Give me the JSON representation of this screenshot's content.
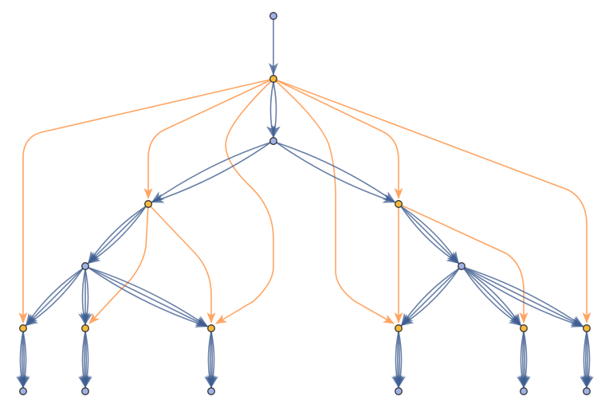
{
  "graph": {
    "colors": {
      "blue_edge": "#4f6a98",
      "blue_arrow": "#3d5d92",
      "orange_edge": "#ffa563",
      "node_blue": "#9fb2e6",
      "node_orange": "#f6b93b",
      "node_stroke": "#333333"
    },
    "nodes": [
      {
        "id": "A",
        "kind": "blue"
      },
      {
        "id": "B",
        "kind": "orange"
      },
      {
        "id": "C",
        "kind": "blue"
      },
      {
        "id": "D",
        "kind": "orange"
      },
      {
        "id": "E",
        "kind": "orange"
      },
      {
        "id": "F",
        "kind": "blue"
      },
      {
        "id": "G",
        "kind": "blue"
      },
      {
        "id": "H1",
        "kind": "orange"
      },
      {
        "id": "H2",
        "kind": "orange"
      },
      {
        "id": "H3",
        "kind": "orange"
      },
      {
        "id": "H4",
        "kind": "orange"
      },
      {
        "id": "H5",
        "kind": "orange"
      },
      {
        "id": "H6",
        "kind": "orange"
      },
      {
        "id": "L1",
        "kind": "blue"
      },
      {
        "id": "L2",
        "kind": "blue"
      },
      {
        "id": "L3",
        "kind": "blue"
      },
      {
        "id": "L4",
        "kind": "blue"
      },
      {
        "id": "L5",
        "kind": "blue"
      },
      {
        "id": "L6",
        "kind": "blue"
      }
    ],
    "blue_edges": [
      {
        "from": "A",
        "to": "B",
        "count": 1
      },
      {
        "from": "B",
        "to": "C",
        "count": 2
      },
      {
        "from": "C",
        "to": "D",
        "count": 2
      },
      {
        "from": "C",
        "to": "E",
        "count": 2
      },
      {
        "from": "D",
        "to": "F",
        "count": 3
      },
      {
        "from": "E",
        "to": "G",
        "count": 3
      },
      {
        "from": "F",
        "to": "H1",
        "count": 3
      },
      {
        "from": "F",
        "to": "H2",
        "count": 3
      },
      {
        "from": "F",
        "to": "H3",
        "count": 3
      },
      {
        "from": "G",
        "to": "H4",
        "count": 3
      },
      {
        "from": "G",
        "to": "H5",
        "count": 3
      },
      {
        "from": "G",
        "to": "H6",
        "count": 3
      },
      {
        "from": "H1",
        "to": "L1",
        "count": 4
      },
      {
        "from": "H2",
        "to": "L2",
        "count": 4
      },
      {
        "from": "H3",
        "to": "L3",
        "count": 4
      },
      {
        "from": "H4",
        "to": "L4",
        "count": 4
      },
      {
        "from": "H5",
        "to": "L5",
        "count": 4
      },
      {
        "from": "H6",
        "to": "L6",
        "count": 4
      }
    ],
    "orange_edges": [
      {
        "from": "B",
        "to": "H1"
      },
      {
        "from": "B",
        "to": "D"
      },
      {
        "from": "B",
        "to": "H3"
      },
      {
        "from": "B",
        "to": "H4"
      },
      {
        "from": "B",
        "to": "E"
      },
      {
        "from": "B",
        "to": "H6"
      },
      {
        "from": "D",
        "to": "H2"
      },
      {
        "from": "D",
        "to": "H3"
      },
      {
        "from": "E",
        "to": "H4"
      },
      {
        "from": "E",
        "to": "H5"
      }
    ]
  }
}
